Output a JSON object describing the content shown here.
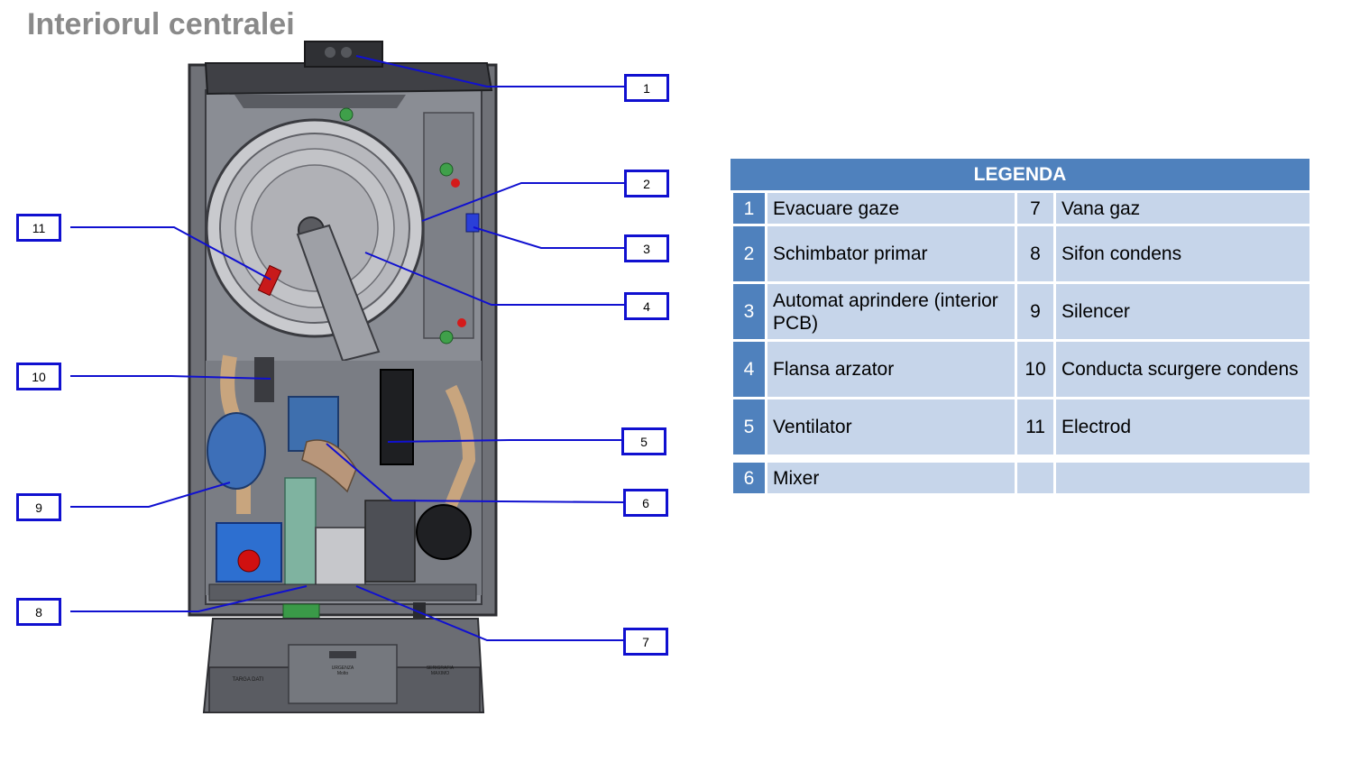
{
  "title": "Interiorul centralei",
  "callouts": [
    "1",
    "2",
    "3",
    "4",
    "5",
    "6",
    "7",
    "8",
    "9",
    "10",
    "11"
  ],
  "unit_labels": {
    "left": "TARGA DATI",
    "center_top": "URGENZA",
    "center_bottom": "Molto",
    "right_top": "SERIGRAFIA",
    "right_bottom": "MAXIMO"
  },
  "legend": {
    "header": "LEGENDA",
    "rows": [
      {
        "n1": "1",
        "d1": "Evacuare gaze",
        "n2": "7",
        "d2": "Vana gaz"
      },
      {
        "n1": "2",
        "d1": "Schimbator primar",
        "n2": "8",
        "d2": "Sifon condens"
      },
      {
        "n1": "3",
        "d1": "Automat aprindere (interior PCB)",
        "n2": "9",
        "d2": "Silencer"
      },
      {
        "n1": "4",
        "d1": "Flansa arzator",
        "n2": "10",
        "d2": "Conducta scurgere condens"
      },
      {
        "n1": "5",
        "d1": "Ventilator",
        "n2": "11",
        "d2": "Electrod"
      },
      {
        "n1": "6",
        "d1": "Mixer",
        "n2": "",
        "d2": ""
      }
    ]
  },
  "colors": {
    "callout_border": "#1010d0",
    "leader_line": "#1010d0",
    "legend_header": "#4f81bd",
    "legend_cell": "#c6d5ea",
    "title": "#8a8a8a"
  }
}
